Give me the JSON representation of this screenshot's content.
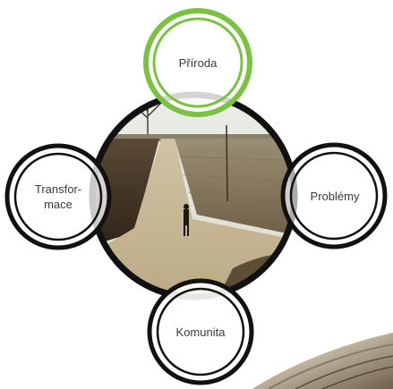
{
  "center": {
    "image": "photo-road-fork-figure"
  },
  "nodes": {
    "top": {
      "label": "Příroda",
      "ring_color": "#7cc242"
    },
    "left": {
      "label_lines": [
        "Transfor-",
        "mace"
      ],
      "ring_color": "#111111"
    },
    "right": {
      "label": "Problémy",
      "ring_color": "#111111"
    },
    "bottom": {
      "label": "Komunita",
      "ring_color": "#111111"
    }
  },
  "corner": {
    "image": "sepia-swirl-decoration"
  }
}
